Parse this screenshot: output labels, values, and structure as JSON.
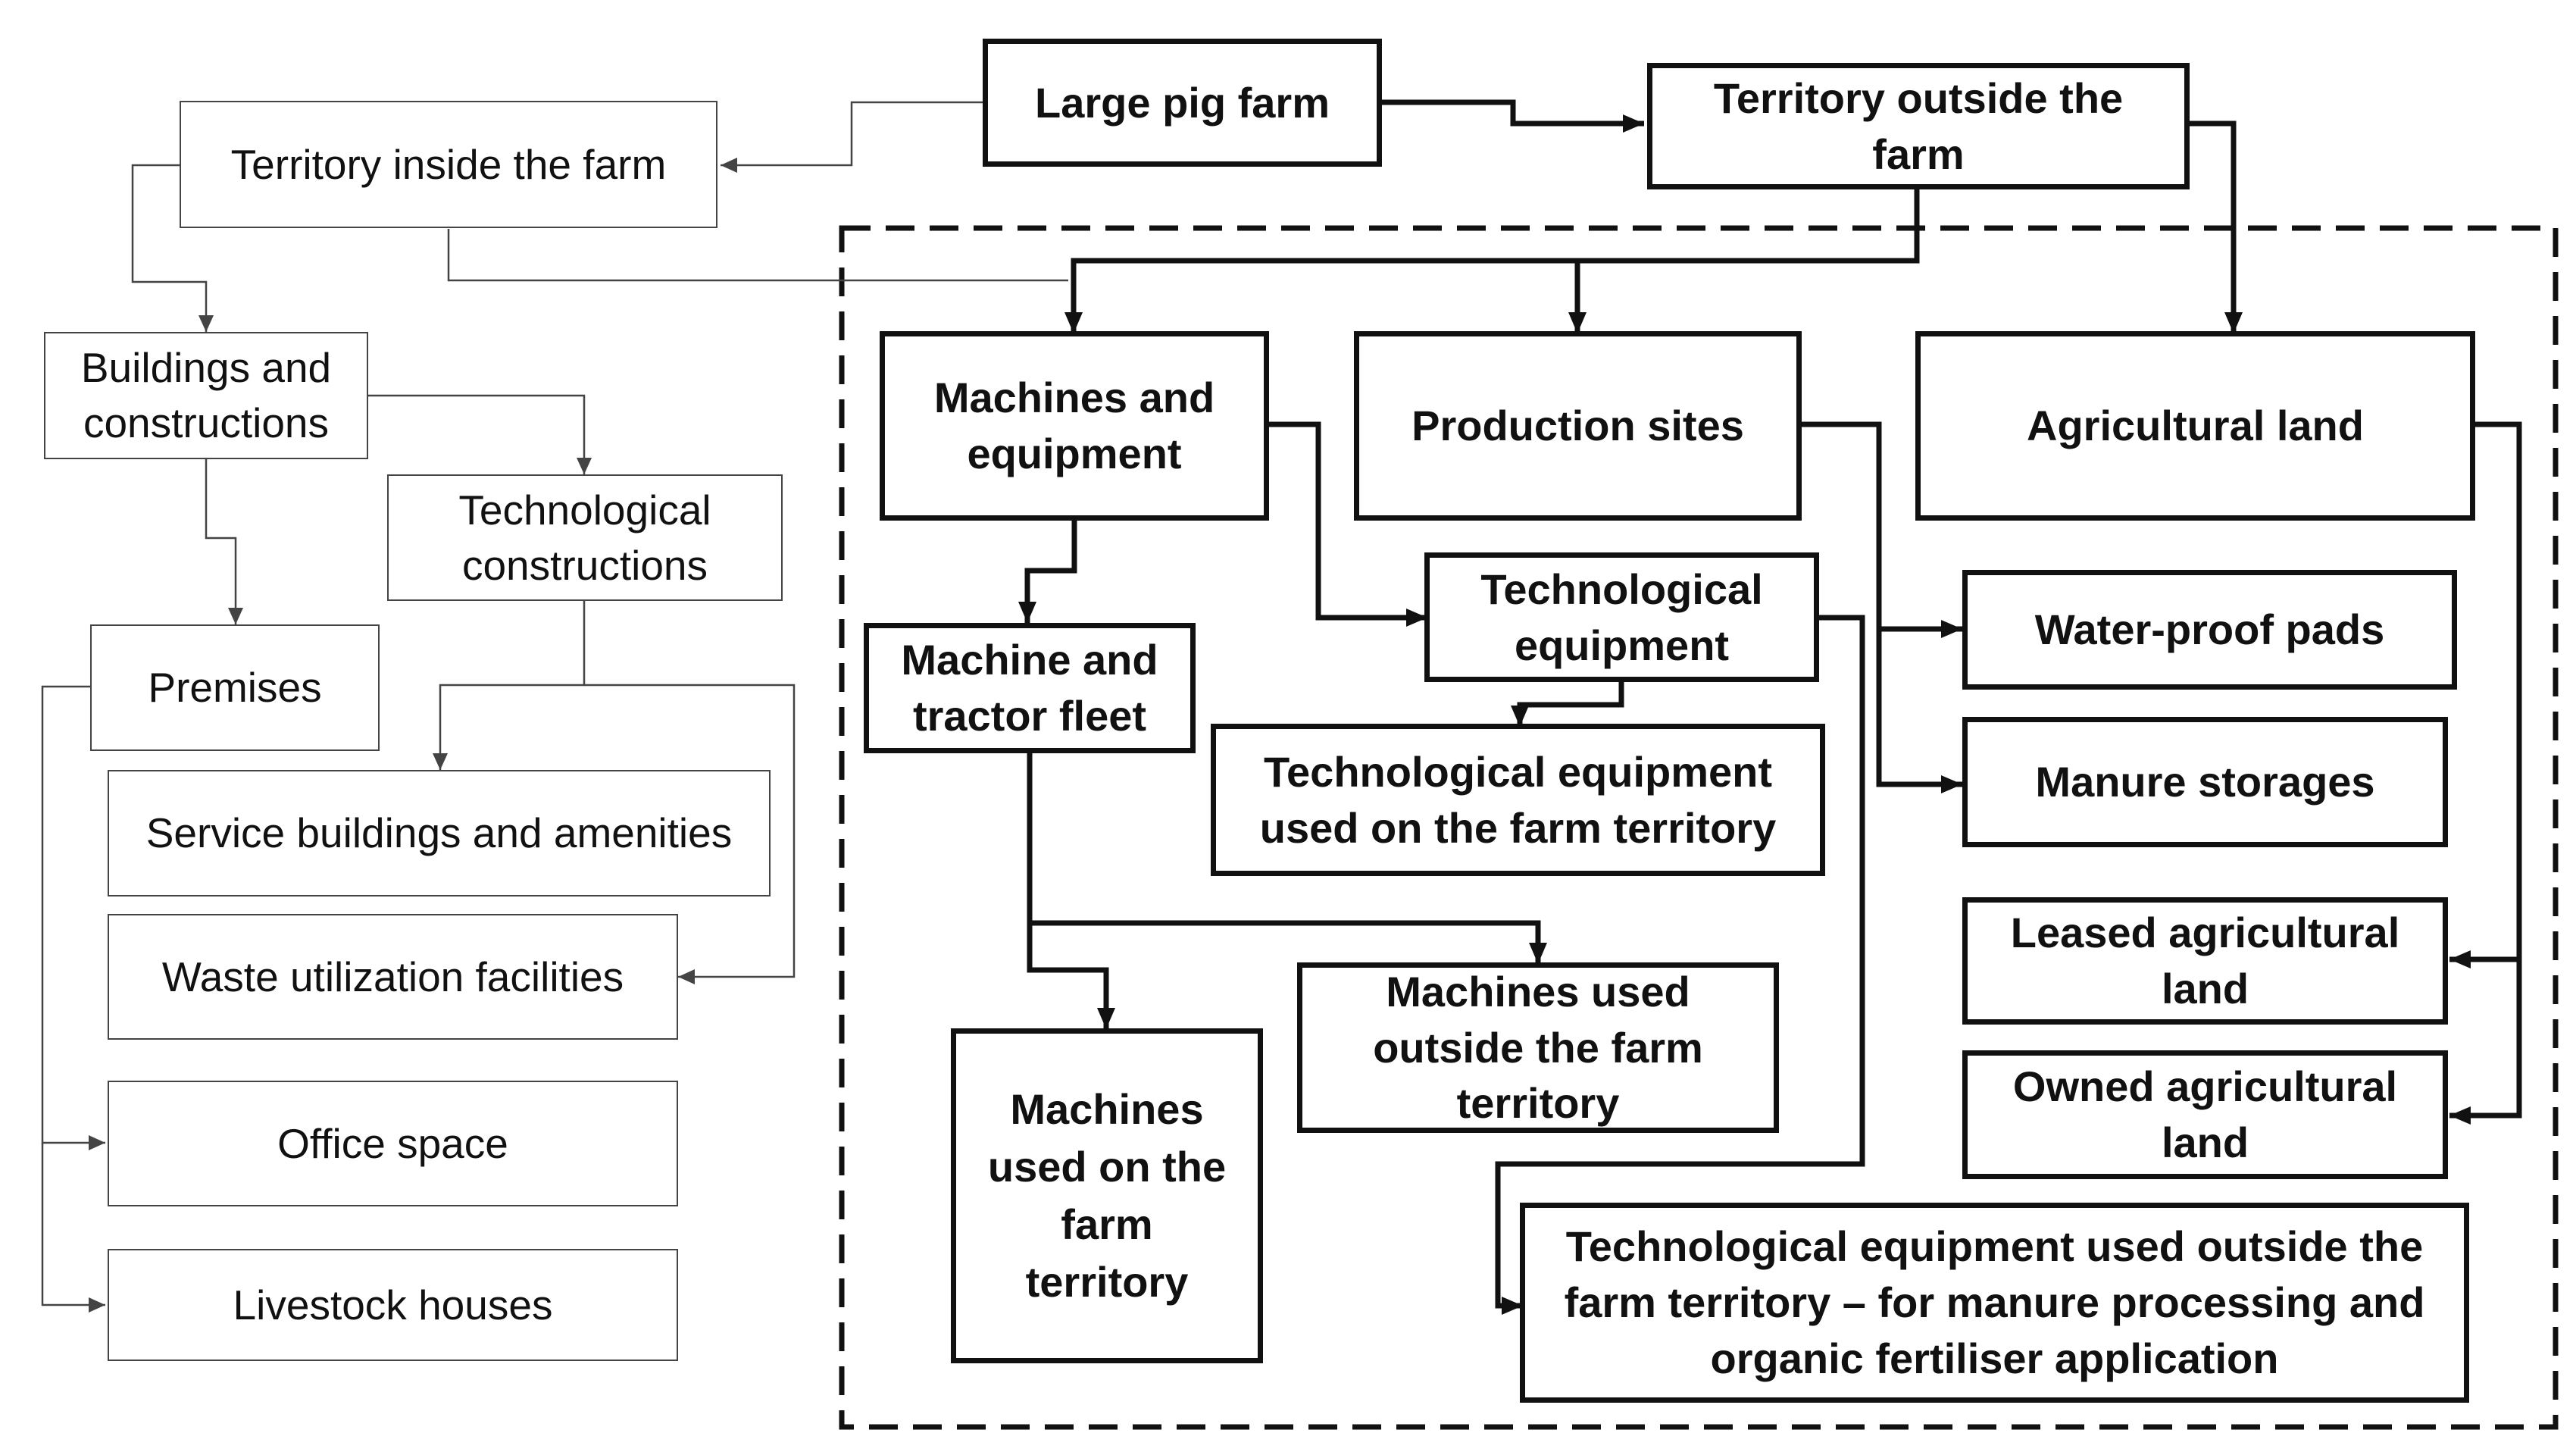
{
  "nodes": {
    "large_pig_farm": "Large pig farm",
    "territory_inside": "Territory inside the farm",
    "territory_outside": "Territory outside the farm",
    "buildings": "Buildings and constructions",
    "tech_constructions": "Technological constructions",
    "premises": "Premises",
    "service_buildings": "Service buildings and amenities",
    "waste_facilities": "Waste utilization facilities",
    "office_space": "Office space",
    "livestock_houses": "Livestock houses",
    "machines_equipment": "Machines and equipment",
    "production_sites": "Production sites",
    "agricultural_land": "Agricultural land",
    "machine_tractor_fleet": "Machine and tractor fleet",
    "tech_equipment": "Technological equipment",
    "tech_equipment_on_farm": "Technological equipment used on the farm territory",
    "water_proof_pads": "Water-proof pads",
    "manure_storages": "Manure storages",
    "leased_land": "Leased agricultural land",
    "owned_land": "Owned agricultural land",
    "machines_outside": "Machines used outside the farm territory",
    "machines_on_farm": "Machines used on the farm territory",
    "tech_equipment_outside": "Technological equipment  used outside the farm territory – for manure processing  and organic fertiliser application"
  },
  "colors": {
    "thin_line": "#444444",
    "thick_line": "#111111",
    "background": "#ffffff"
  }
}
